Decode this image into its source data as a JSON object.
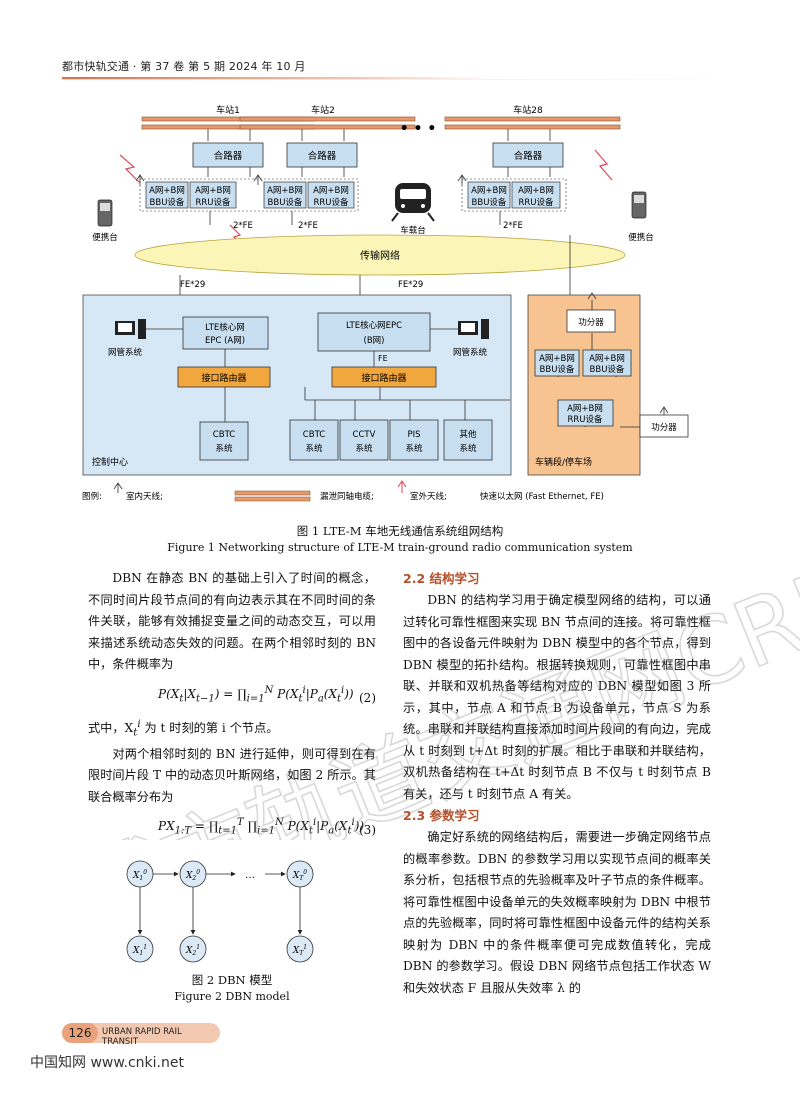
{
  "header": {
    "journal": "都市快轨交通 · 第 37 卷 第 5 期 2024 年 10 月"
  },
  "fig1": {
    "stations": [
      "车站1",
      "车站2",
      "车站28"
    ],
    "ellipsis": "• • •",
    "combiner": "合路器",
    "bbu": [
      "A网+B网",
      "BBU设备"
    ],
    "rru": [
      "A网+B网",
      "RRU设备"
    ],
    "fe2": "2*FE",
    "fe29": "FE*29",
    "fe": "FE",
    "transport": "传输网络",
    "handheld": "便携台",
    "onboard": "车载台",
    "epc_a": [
      "LTE核心网",
      "EPC (A网)"
    ],
    "epc_b": [
      "LTE核心网EPC",
      "(B网)"
    ],
    "nms": "网管系统",
    "router": "接口路由器",
    "cbtc": [
      "CBTC",
      "系统"
    ],
    "cctv": [
      "CCTV",
      "系统"
    ],
    "pis": [
      "PIS",
      "系统"
    ],
    "other": [
      "其他",
      "系统"
    ],
    "control": "控制中心",
    "depot": "车辆段/停车场",
    "splitter": "功分器",
    "legend": {
      "label": "图例:",
      "indoor": "室内天线;",
      "leaky": "漏泄同轴电缆;",
      "outdoor": "室外天线;",
      "fe": "快速以太网 (Fast Ethernet, FE)"
    }
  },
  "caption1_cn": "图 1   LTE-M 车地无线通信系统组网结构",
  "caption1_en": "Figure 1    Networking structure of LTE-M train-ground radio communication system",
  "left": {
    "p1": "DBN 在静态 BN 的基础上引入了时间的概念，不同时间片段节点间的有向边表示其在不同时间的条件关联，能够有效捕捉变量之间的动态交互，可以用来描述系统动态失效的问题。在两个相邻时刻的 BN 中，条件概率为",
    "eq2_num": "(2)",
    "p2": "式中，X",
    "p2b": "为 t 时刻的第 i 个节点。",
    "p3": "对两个相邻时刻的 BN 进行延伸，则可得到在有限时间片段 T 中的动态贝叶斯网络，如图 2 所示。其联合概率分布为",
    "eq3_num": "(3)"
  },
  "fig2": {
    "dots": "…",
    "cap_cn": "图 2   DBN 模型",
    "cap_en": "Figure 2    DBN model"
  },
  "right": {
    "s22": "2.2   结构学习",
    "p1": "DBN 的结构学习用于确定模型网络的结构，可以通过转化可靠性框图来实现 BN 节点间的连接。将可靠性框图中的各设备元件映射为 DBN 模型中的各个节点，得到 DBN 模型的拓扑结构。根据转换规则，可靠性框图中串联、并联和双机热备等结构对应的 DBN 模型如图 3 所示，其中，节点 A 和节点 B 为设备单元，节点 S 为系统。串联和并联结构直接添加时间片段间的有向边，完成从 t 时刻到 t+Δt 时刻的扩展。相比于串联和并联结构，双机热备结构在 t+Δt 时刻节点 B 不仅与 t 时刻节点 B 有关，还与 t 时刻节点 A 有关。",
    "s23": "2.3   参数学习",
    "p2": "确定好系统的网络结构后，需要进一步确定网络节点的概率参数。DBN 的参数学习用以实现节点间的概率关系分析，包括根节点的先验概率及叶子节点的条件概率。将可靠性框图中设备单元的失效概率映射为 DBN 中根节点的先验概率，同时将可靠性框图中设备元件的结构关系映射为 DBN 中的条件概率便可完成数值转化，完成 DBN 的参数学习。假设 DBN 网络节点包括工作状态 W 和失效状态 F 且服从失效率 λ 的"
  },
  "footer": {
    "page": "126",
    "journal_en": "URBAN RAPID RAIL TRANSIT",
    "cnki": "中国知网   www.cnki.net"
  },
  "watermark": "城市轨道交通网CRM"
}
